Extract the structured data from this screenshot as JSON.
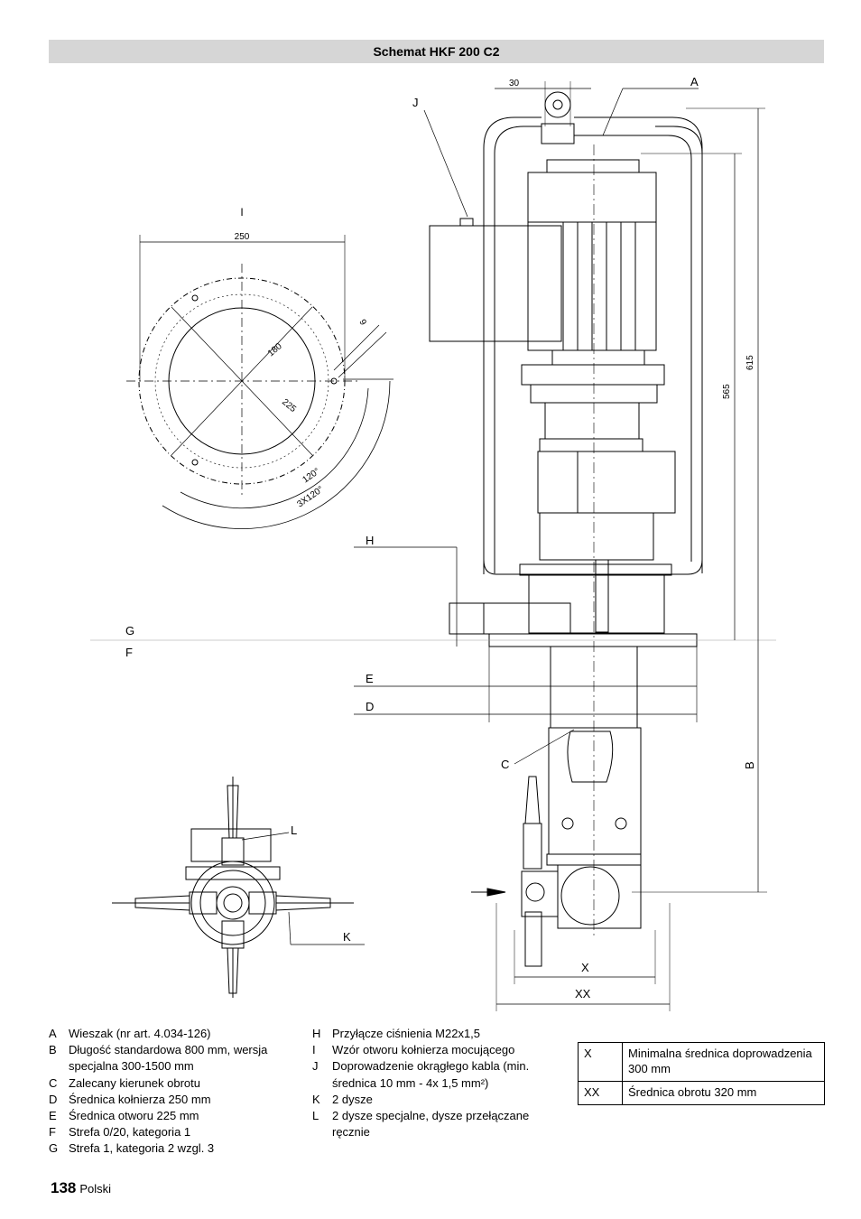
{
  "header": {
    "title": "Schemat HKF 200 C2"
  },
  "drawing": {
    "labels": {
      "A": "A",
      "B": "B",
      "C": "C",
      "D": "D",
      "E": "E",
      "F": "F",
      "G": "G",
      "H": "H",
      "I": "I",
      "J": "J",
      "K": "K",
      "L": "L",
      "X": "X",
      "XX": "XX"
    },
    "dimensions": {
      "d30": "30",
      "d250": "250",
      "d180": "180",
      "d225": "225",
      "d9": "9",
      "d120": "120°",
      "d3x120": "3X120°",
      "d565": "565",
      "d615": "615"
    }
  },
  "legend_left": [
    {
      "key": "A",
      "text": "Wieszak (nr art. 4.034-126)"
    },
    {
      "key": "B",
      "text": "Długość standardowa 800 mm, wersja specjalna 300-1500 mm"
    },
    {
      "key": "C",
      "text": "Zalecany kierunek obrotu"
    },
    {
      "key": "D",
      "text": "Średnica kołnierza 250 mm"
    },
    {
      "key": "E",
      "text": "Średnica otworu 225 mm"
    },
    {
      "key": "F",
      "text": "Strefa 0/20, kategoria 1"
    },
    {
      "key": "G",
      "text": "Strefa 1, kategoria 2 wzgl. 3"
    }
  ],
  "legend_right": [
    {
      "key": "H",
      "text": "Przyłącze ciśnienia M22x1,5"
    },
    {
      "key": "I",
      "text": "Wzór otworu kołnierza mocującego"
    },
    {
      "key": "J",
      "text": "Doprowadzenie okrągłego kabla (min. średnica 10 mm - 4x 1,5 mm²)"
    },
    {
      "key": "K",
      "text": "2 dysze"
    },
    {
      "key": "L",
      "text": "2 dysze specjalne, dysze przełączane ręcznie"
    }
  ],
  "dims_table": [
    {
      "key": "X",
      "text": "Minimalna średnica doprowadzenia 300 mm"
    },
    {
      "key": "XX",
      "text": "Średnica obrotu 320 mm"
    }
  ],
  "footer": {
    "page_number": "138",
    "language": "Polski"
  }
}
